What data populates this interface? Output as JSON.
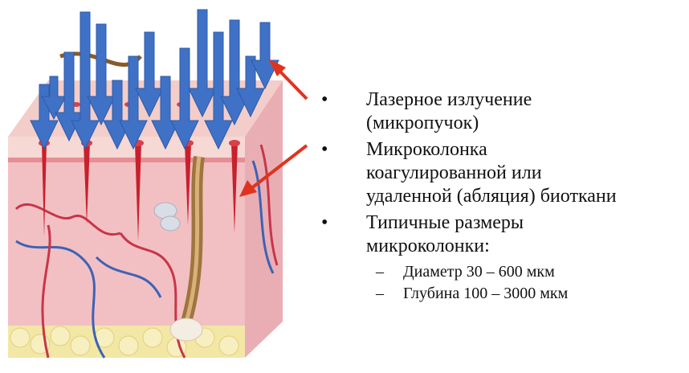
{
  "bullets": [
    {
      "lines": [
        "Лазерное излучение",
        "(микропучок)"
      ]
    },
    {
      "lines": [
        "Микроколонка",
        "коагулированной или",
        "удаленной (абляция) биоткани"
      ]
    },
    {
      "lines": [
        "Типичные размеры",
        "микроколонки:"
      ]
    }
  ],
  "sub_bullets": [
    "Диаметр 30 – 600 мкм",
    "Глубина 100 – 3000 мкм"
  ],
  "bullet_marker": "•",
  "sub_marker": "–",
  "colors": {
    "arrow_blue": "#3f72c6",
    "pointer_red": "#e0331f",
    "skin_pink": "#f2c0c3",
    "epidermis": "#f6d8d4",
    "fat_yellow": "#f3e7a6",
    "vessel_red": "#c8354a",
    "vessel_blue": "#3d62b6",
    "hair_brown": "#a0743c"
  },
  "icons": [
    "laser-arrow-icon",
    "pointer-arrow-icon",
    "microcolumn-icon",
    "hair-follicle-icon",
    "blood-vessel-icon",
    "fat-tissue-icon"
  ]
}
